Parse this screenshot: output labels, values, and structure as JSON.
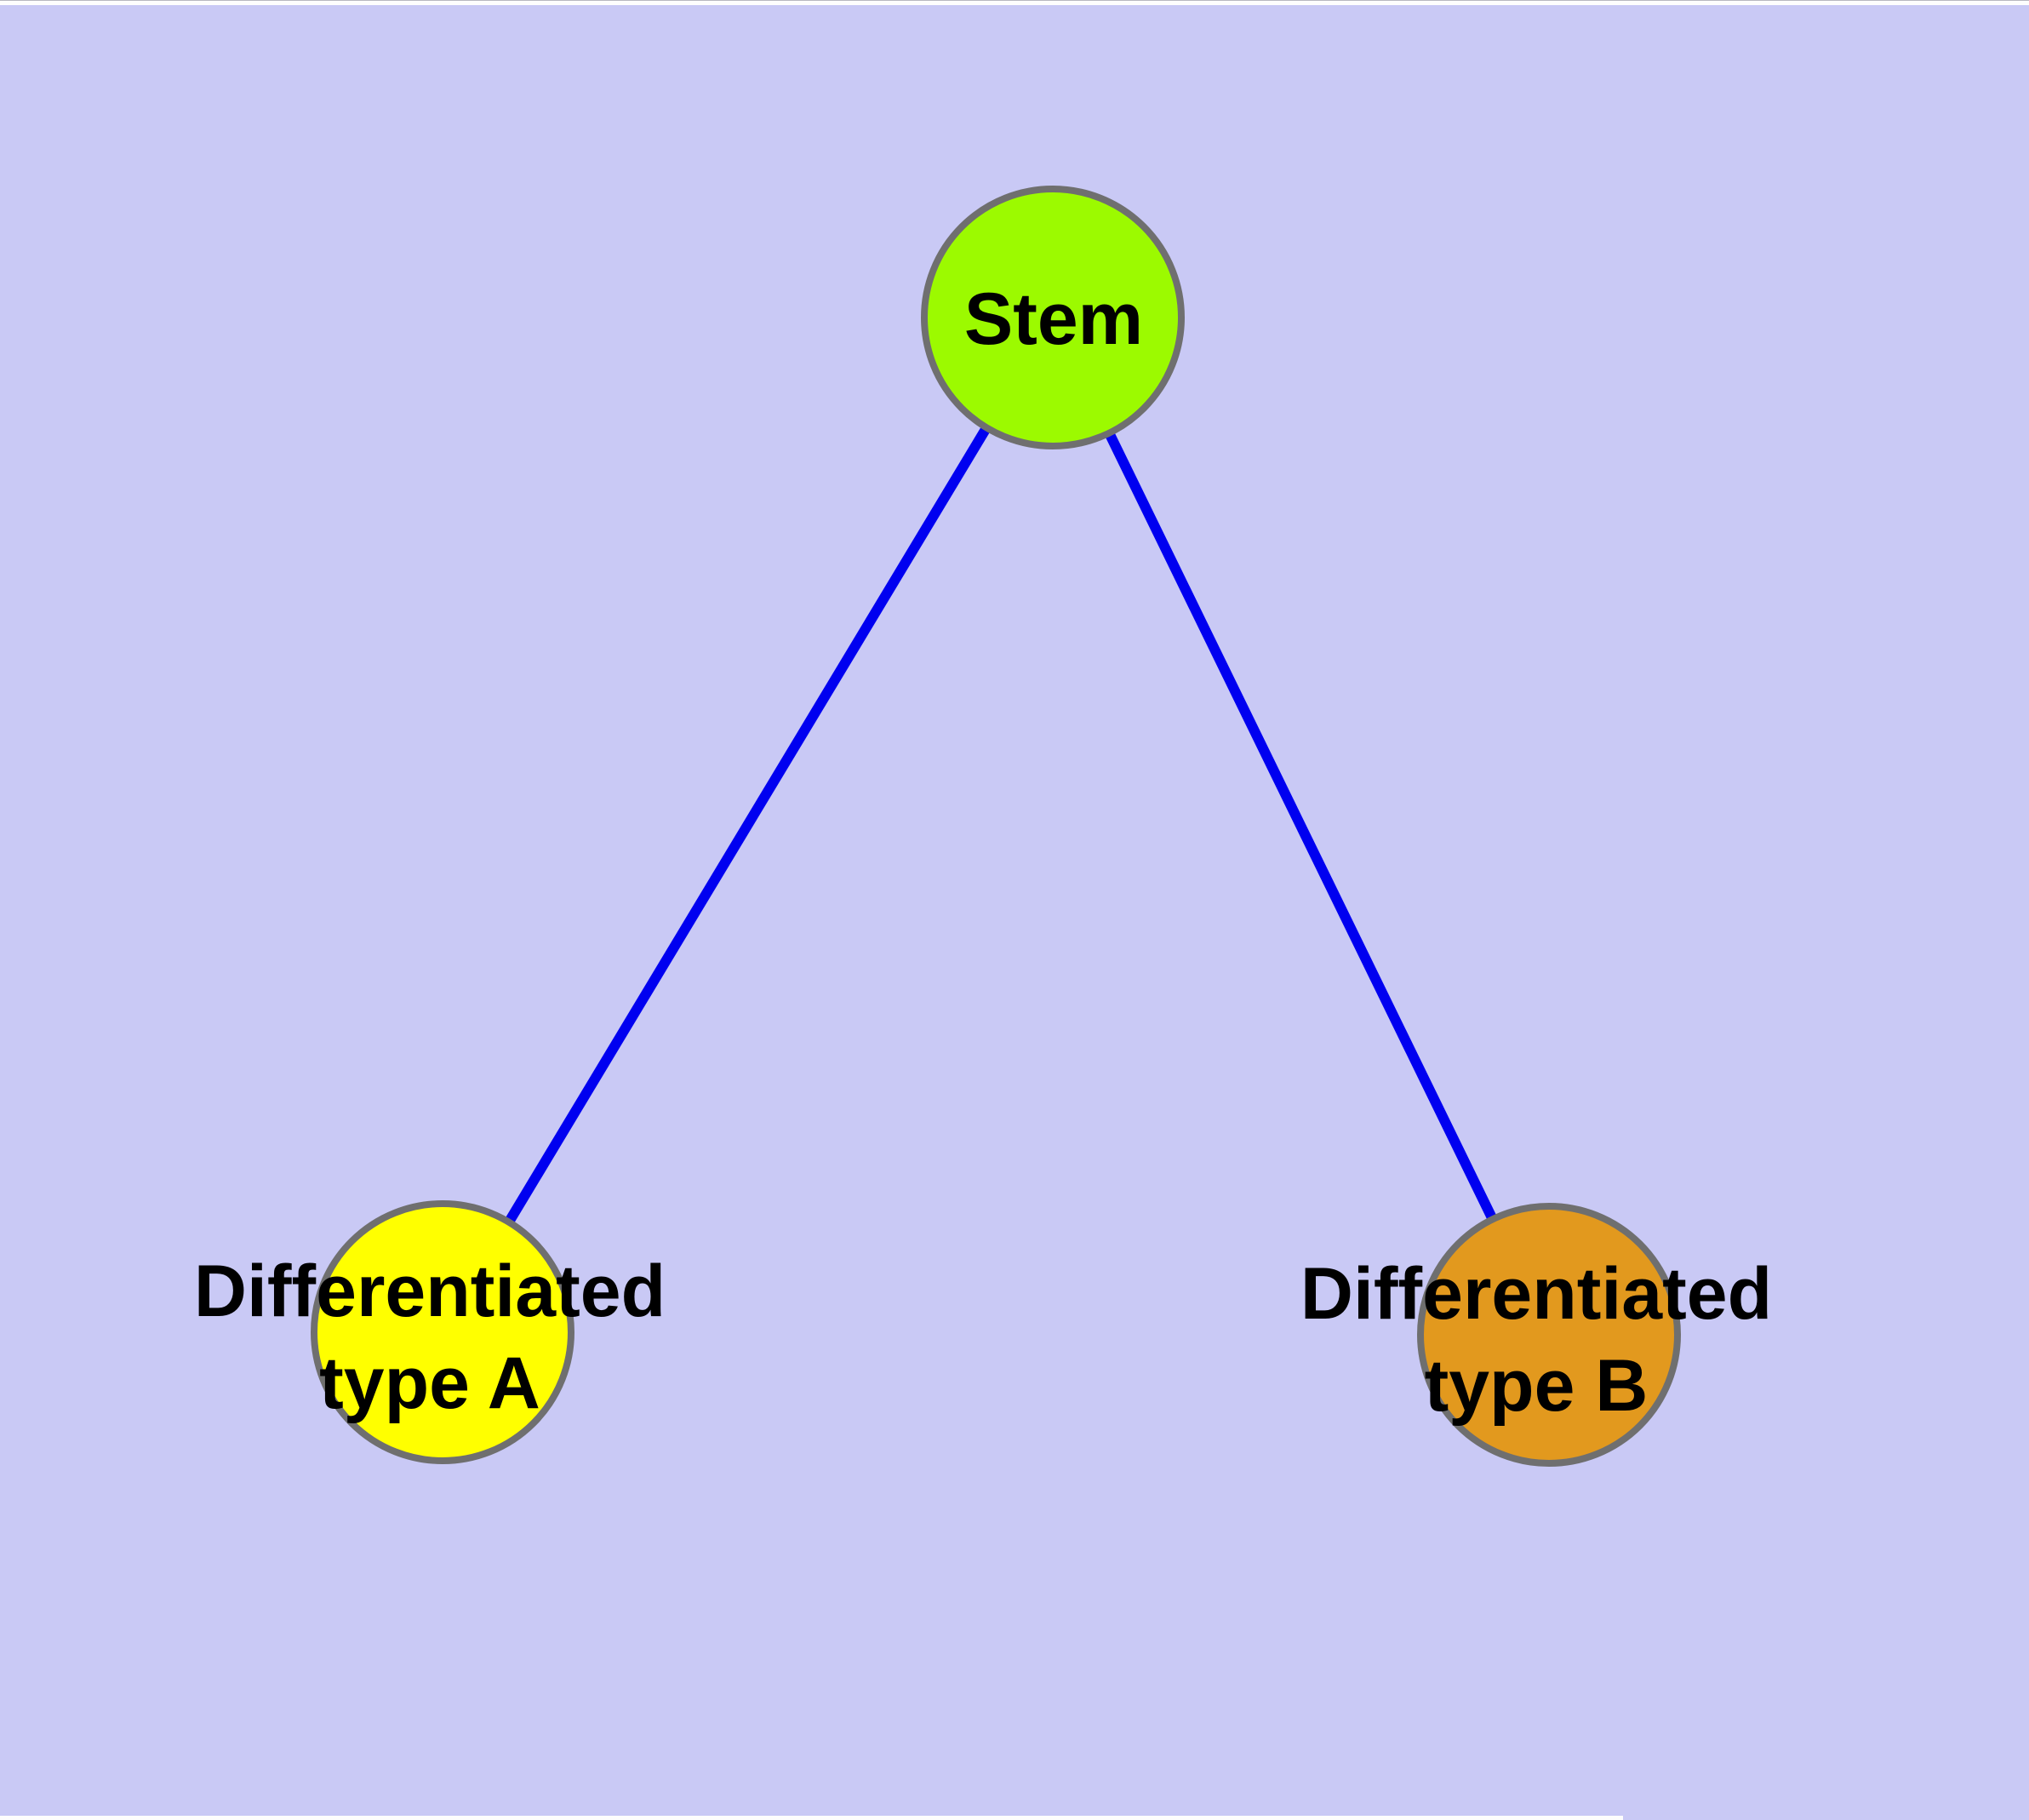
{
  "diagram": {
    "title": "cell differentiation lineage diagram",
    "background_color": "#c9c9f5",
    "edge_color": "#0000f0",
    "node_border_color": "#6f6f6f",
    "text_color": "#000000",
    "nodes": {
      "stem": {
        "label": "Stem",
        "fill": "#9cfa00"
      },
      "typeA": {
        "label_line1": "Differentiated",
        "label_line2": "type A",
        "fill": "#ffff00"
      },
      "typeB": {
        "label_line1": "Differentiated",
        "label_line2": "type B",
        "fill": "#e2991e"
      }
    },
    "edges": [
      {
        "from": "Stem",
        "to": "Differentiated type A"
      },
      {
        "from": "Stem",
        "to": "Differentiated type B"
      }
    ]
  }
}
